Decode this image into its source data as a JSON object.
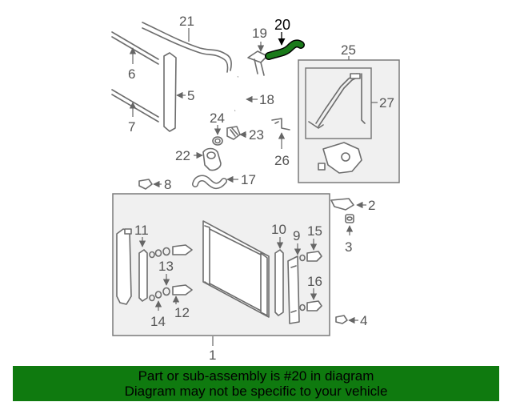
{
  "callouts": {
    "c1": "1",
    "c2": "2",
    "c3": "3",
    "c4": "4",
    "c5": "5",
    "c6": "6",
    "c7": "7",
    "c8": "8",
    "c9": "9",
    "c10": "10",
    "c11": "11",
    "c12": "12",
    "c13": "13",
    "c14": "14",
    "c15": "15",
    "c16": "16",
    "c17": "17",
    "c18": "18",
    "c19": "19",
    "c20": "20",
    "c21": "21",
    "c22": "22",
    "c23": "23",
    "c24": "24",
    "c25": "25",
    "c26": "26",
    "c27": "27"
  },
  "highlight": {
    "part": "20",
    "color": "#1a7a1a"
  },
  "footer": {
    "line1": "Part or sub-assembly is #20 in diagram",
    "line2": "Diagram may not be specific to your vehicle",
    "background": "#0f7a0f"
  }
}
